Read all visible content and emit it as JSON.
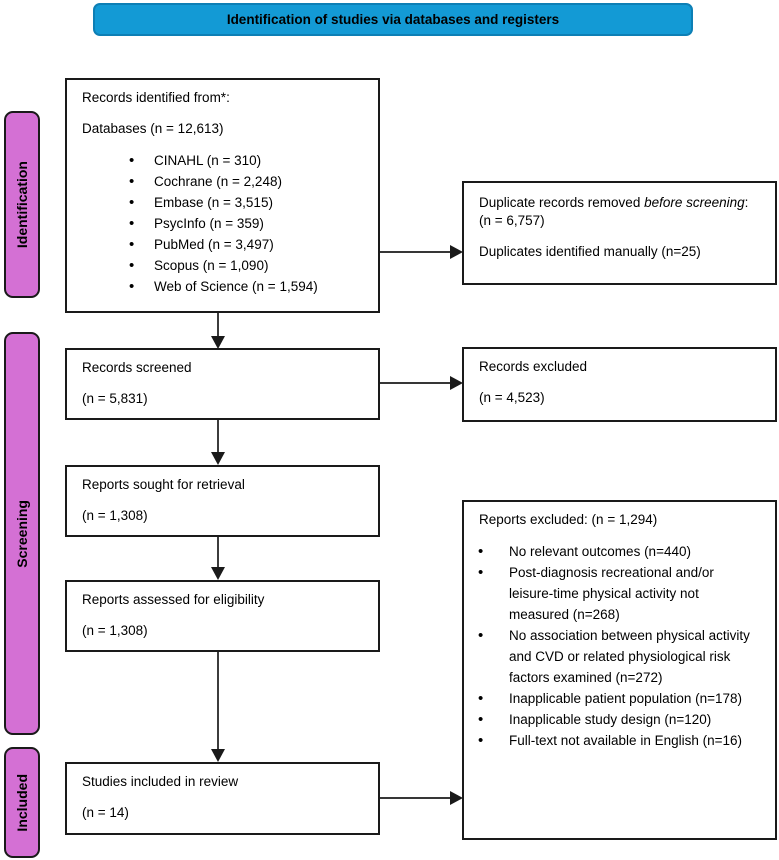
{
  "header": {
    "title": "Identification of studies via databases and registers"
  },
  "stages": {
    "identification": "Identification",
    "screening": "Screening",
    "included": "Included"
  },
  "boxes": {
    "records_identified": {
      "title": "Records identified from*:",
      "subtitle": "Databases (n = 12,613)",
      "bullets": [
        "CINAHL (n = 310)",
        "Cochrane (n = 2,248)",
        "Embase (n = 3,515)",
        "PsycInfo (n = 359)",
        "PubMed (n = 3,497)",
        "Scopus (n = 1,090)",
        "Web of Science (n = 1,594)"
      ]
    },
    "duplicates_removed": {
      "line1_pre": "Duplicate records removed ",
      "line1_italic": "before screening",
      "line1_post": ": (n = 6,757)",
      "line2": "Duplicates identified manually (n=25)"
    },
    "records_screened": {
      "line1": "Records screened",
      "line2": "(n = 5,831)"
    },
    "records_excluded": {
      "line1": "Records excluded",
      "line2": "(n = 4,523)"
    },
    "reports_sought": {
      "line1": "Reports sought for retrieval",
      "line2": "(n = 1,308)"
    },
    "reports_assessed": {
      "line1": "Reports assessed for eligibility",
      "line2": "(n = 1,308)"
    },
    "reports_excluded": {
      "title": "Reports excluded: (n = 1,294)",
      "bullets": [
        "No relevant outcomes (n=440)",
        "Post-diagnosis recreational and/or leisure-time physical activity not measured (n=268)",
        "No association between physical activity and CVD or related physiological risk factors examined (n=272)",
        "Inapplicable patient population (n=178)",
        "Inapplicable study design (n=120)",
        "Full-text not available in English (n=16)"
      ]
    },
    "studies_included": {
      "line1": "Studies included in review",
      "line2": "(n = 14)"
    }
  },
  "colors": {
    "header_bg": "#139ad5",
    "header_border": "#0d7fb5",
    "stage_bg": "#d470d4",
    "ink": "#1a1a1a"
  }
}
